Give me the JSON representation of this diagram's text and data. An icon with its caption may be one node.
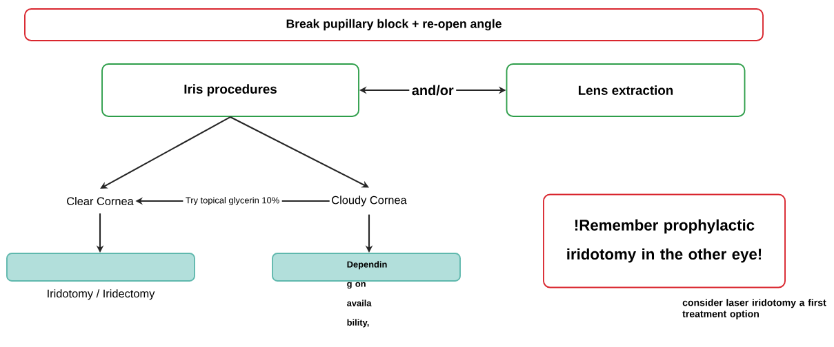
{
  "diagram": {
    "nodes": [
      {
        "text": [
          "Break pupillary block + re-open angle"
        ]
      },
      {
        "text": [
          "Iris procedures"
        ]
      },
      {
        "text": [
          "Lens extraction"
        ]
      },
      {
        "text": [
          "Clear Cornea"
        ]
      },
      {
        "text": [
          "Cloudy Cornea"
        ]
      },
      {
        "text": [
          "Iridotomy / Iridectomy"
        ]
      },
      {
        "text": [
          "Dependin g on availa bility,"
        ]
      },
      {
        "text": [
          "!Remember prophylactic iridotomy in the other eye!"
        ]
      }
    ],
    "edges": [
      {
        "from": 1,
        "to": 2,
        "arrow": "both",
        "label": "and/or"
      },
      {
        "from": 1,
        "to": 3,
        "arrow": "to"
      },
      {
        "from": 1,
        "to": 4,
        "arrow": "to"
      },
      {
        "from": 4,
        "to": 3,
        "arrow": "to",
        "label": "Try topical glycerin 10%"
      },
      {
        "from": 3,
        "to": 5,
        "arrow": "to"
      },
      {
        "from": 4,
        "to": 6,
        "arrow": "to"
      }
    ],
    "labels": [
      "consider laser iridotomy a first treatment option"
    ]
  }
}
